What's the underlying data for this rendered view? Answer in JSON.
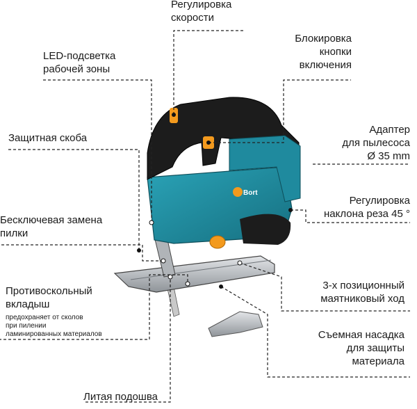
{
  "labels": {
    "speed": [
      "Регулировка",
      "скорости"
    ],
    "led": [
      "LED-подсветка",
      "рабочей зоны"
    ],
    "lock": [
      "Блокировка",
      "кнопки",
      "включения"
    ],
    "guard": [
      "Защитная скоба"
    ],
    "adapter": [
      "Адаптер",
      "для пылесоса",
      "Ø 35 mm"
    ],
    "keyless": [
      "Бесключевая замена",
      "пилки"
    ],
    "bevel": [
      "Регулировка",
      "наклона реза 45 °"
    ],
    "insert": [
      "Противоскольный",
      "вкладыш"
    ],
    "insert_note": [
      "предохраняет от сколов",
      "при пилении",
      "ламинированных материалов"
    ],
    "pendulum": [
      "3-х позиционный",
      "маятниковый ход"
    ],
    "shoe": [
      "Съемная насадка",
      "для защиты",
      "материала"
    ],
    "base": [
      "Литая подошва"
    ]
  },
  "brand": "Bort",
  "colors": {
    "body_teal": "#1f8a9e",
    "grip_black": "#1c1c1c",
    "accent_orange": "#f39a1e",
    "metal": "#b9bcc0"
  }
}
